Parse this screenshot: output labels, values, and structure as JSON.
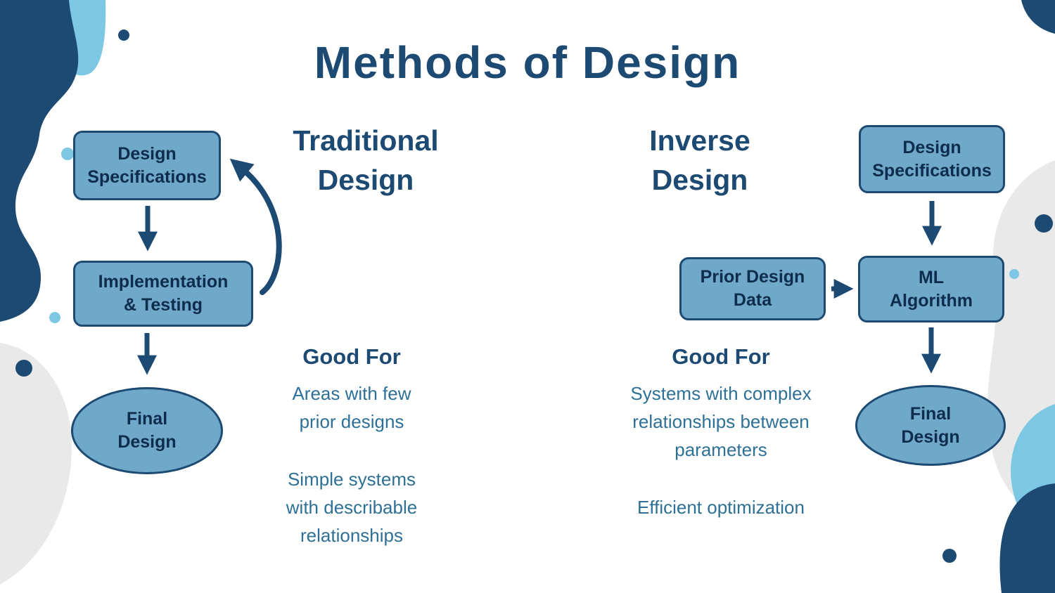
{
  "slide": {
    "title": "Methods of Design"
  },
  "traditional": {
    "heading": "Traditional\nDesign",
    "flow": {
      "design_specifications": "Design\nSpecifications",
      "implementation_testing": "Implementation\n& Testing",
      "final_design": "Final\nDesign"
    },
    "good_for": {
      "heading": "Good For",
      "items": [
        "Areas with few\nprior designs",
        "Simple systems\nwith describable\nrelationships"
      ]
    }
  },
  "inverse": {
    "heading": "Inverse\nDesign",
    "flow": {
      "design_specifications": "Design\nSpecifications",
      "prior_design_data": "Prior Design\nData",
      "ml_algorithm": "ML\nAlgorithm",
      "final_design": "Final\nDesign"
    },
    "good_for": {
      "heading": "Good For",
      "items": [
        "Systems with complex\nrelationships between\nparameters",
        "Efficient optimization"
      ]
    }
  },
  "colors": {
    "navy": "#1d4a72",
    "box_fill": "#6fa8c9",
    "box_text": "#0e2c4b",
    "light_blue": "#7cc7e4",
    "gray_blob": "#e9e9e9",
    "body_text": "#2e7096"
  }
}
